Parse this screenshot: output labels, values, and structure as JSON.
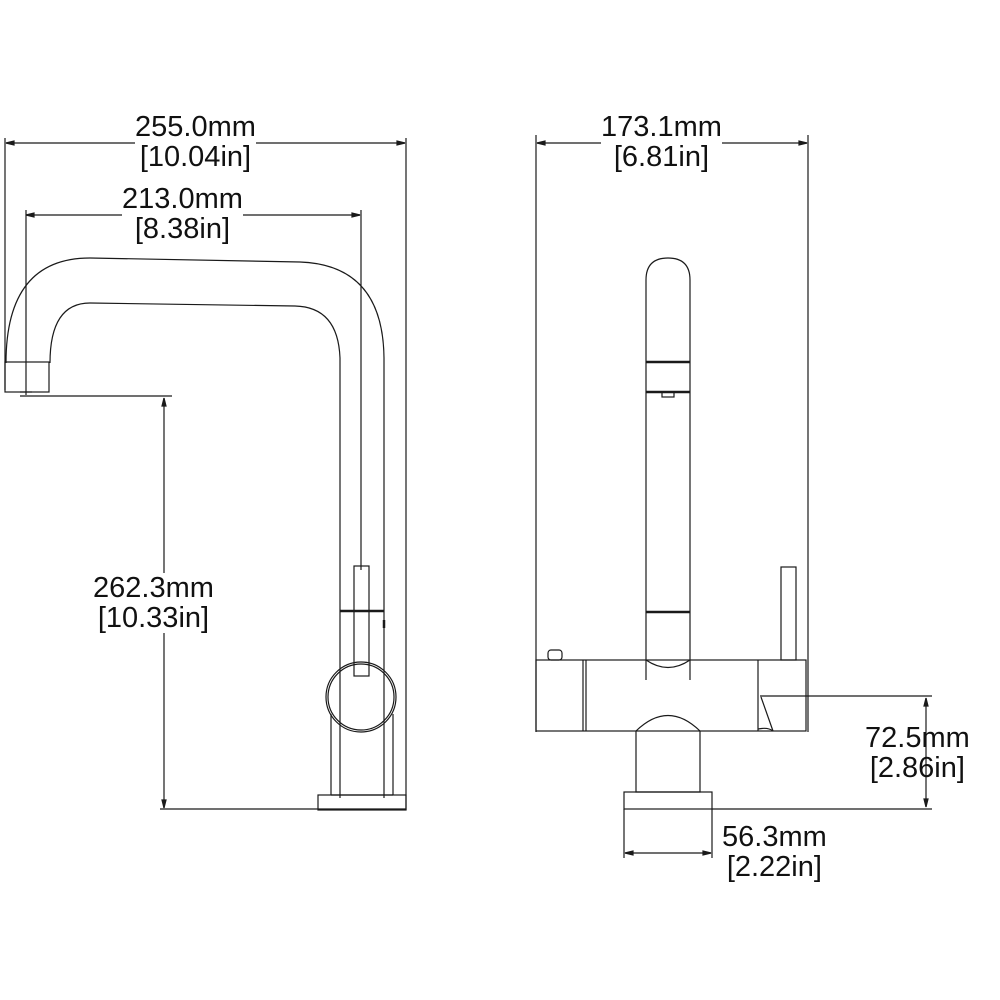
{
  "drawing": {
    "type": "faucet dimension drawing",
    "stroke_color": "#1a1a1a",
    "background": "#ffffff"
  },
  "side_view": {
    "overall_width": {
      "mm": "255.0mm",
      "in": "[10.04in]"
    },
    "spout_reach": {
      "mm": "213.0mm",
      "in": "[8.38in]"
    },
    "spout_height": {
      "mm": "262.3mm",
      "in": "[10.33in]"
    }
  },
  "front_view": {
    "overall_width": {
      "mm": "173.1mm",
      "in": "[6.81in]"
    },
    "body_height": {
      "mm": "72.5mm",
      "in": "[2.86in]"
    },
    "base_diameter": {
      "mm": "56.3mm",
      "in": "[2.22in]"
    }
  }
}
